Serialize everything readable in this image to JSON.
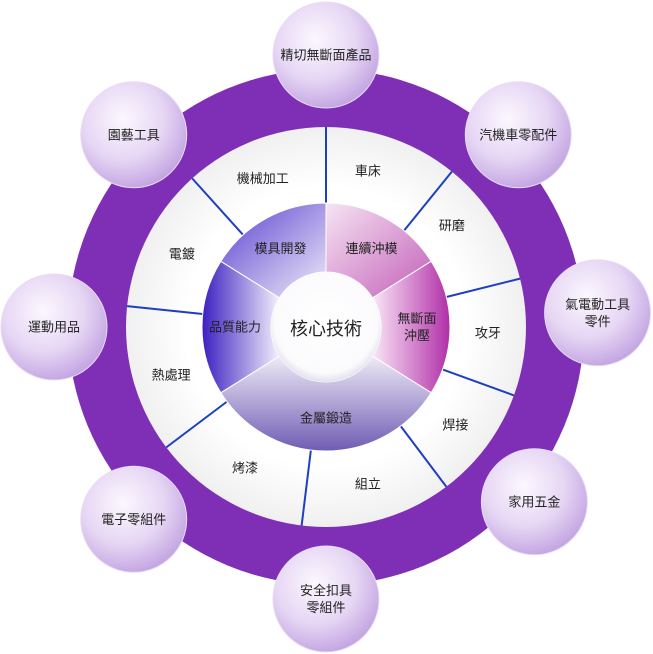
{
  "center": {
    "label": "核心技術"
  },
  "inner_segments": [
    {
      "label": "連續沖模",
      "lines": [
        "連續沖模"
      ],
      "angle": 30
    },
    {
      "label": "無斷面沖壓",
      "lines": [
        "無斷面",
        "沖壓"
      ],
      "angle": 90
    },
    {
      "label": "金屬鍛造",
      "lines": [
        "金屬鍛造"
      ],
      "angle": 180
    },
    {
      "label": "品質能力",
      "lines": [
        "品質能力"
      ],
      "angle": 270
    },
    {
      "label": "模具開發",
      "lines": [
        "模具開發"
      ],
      "angle": 330
    }
  ],
  "outer_segments": [
    {
      "label": "車床",
      "angle": 15
    },
    {
      "label": "研磨",
      "angle": 51
    },
    {
      "label": "攻牙",
      "angle": 92
    },
    {
      "label": "焊接",
      "angle": 127
    },
    {
      "label": "組立",
      "angle": 165
    },
    {
      "label": "烤漆",
      "angle": 210
    },
    {
      "label": "熱處理",
      "angle": 253
    },
    {
      "label": "電鍍",
      "angle": 297
    },
    {
      "label": "機械加工",
      "angle": 337
    }
  ],
  "outer_dividers": [
    0,
    39,
    76,
    110,
    143,
    187,
    233,
    276,
    318
  ],
  "bubbles": [
    {
      "label": "精切無斷面產品",
      "lines": [
        "精切無斷面產品"
      ],
      "angle": 0
    },
    {
      "label": "汽機車零配件",
      "lines": [
        "汽機車零配件"
      ],
      "angle": 45
    },
    {
      "label": "氣電動工具零件",
      "lines": [
        "氣電動工具",
        "零件"
      ],
      "angle": 87
    },
    {
      "label": "家用五金",
      "lines": [
        "家用五金"
      ],
      "angle": 130
    },
    {
      "label": "安全扣具零組件",
      "lines": [
        "安全扣具",
        "零組件"
      ],
      "angle": 180
    },
    {
      "label": "電子零組件",
      "lines": [
        "電子零組件"
      ],
      "angle": 225
    },
    {
      "label": "運動用品",
      "lines": [
        "運動用品"
      ],
      "angle": 270
    },
    {
      "label": "園藝工具",
      "lines": [
        "園藝工具"
      ],
      "angle": 315
    }
  ],
  "colors": {
    "ring": "#7f2fb5",
    "divider": "#1e3fbf",
    "bubble_light": "#f3ecfa",
    "bubble_dark": "#c8ade6",
    "text": "#222222"
  }
}
